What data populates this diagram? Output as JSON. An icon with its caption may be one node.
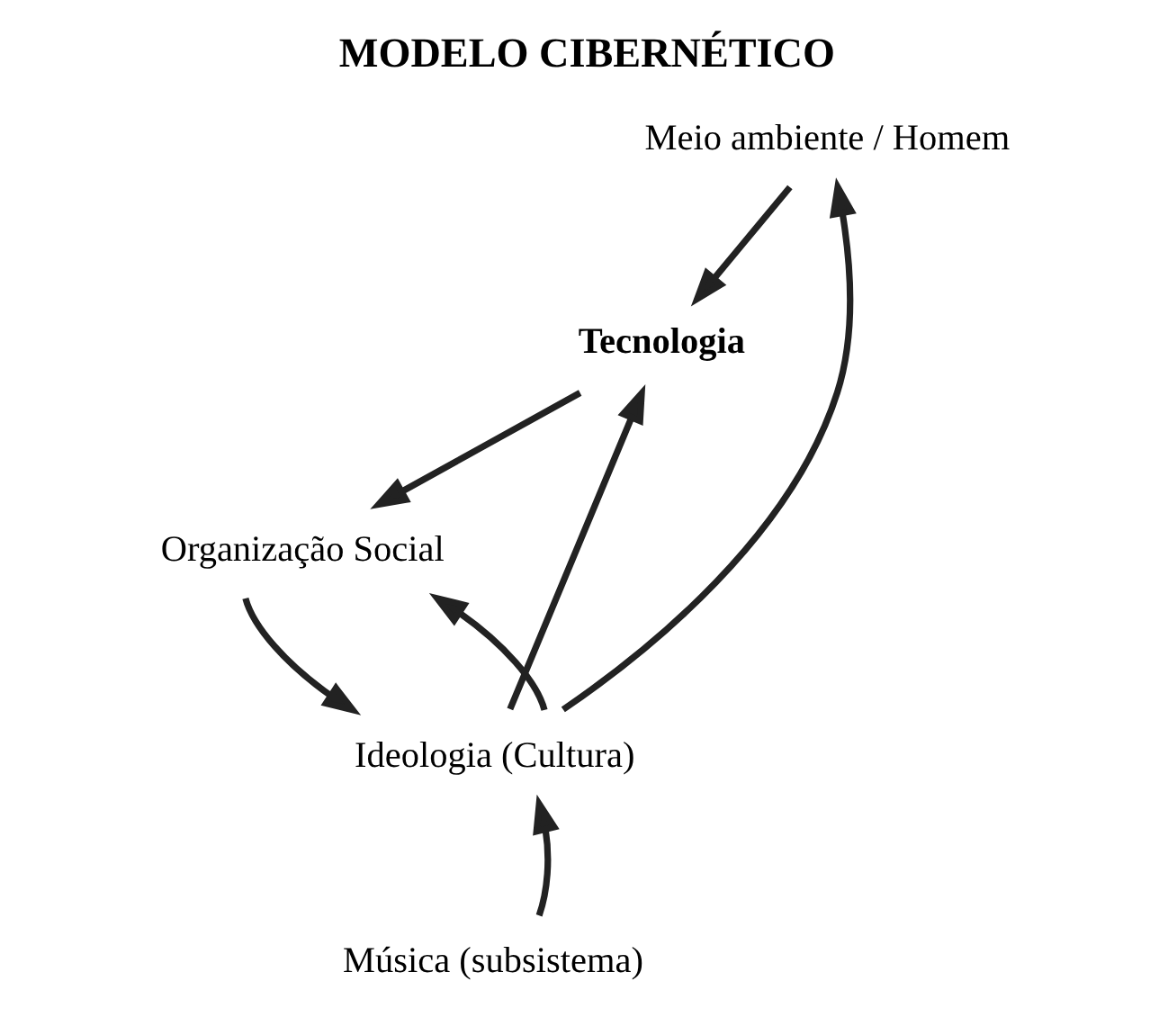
{
  "diagram": {
    "title": "MODELO CIBERNÉTICO",
    "nodes": [
      {
        "text": [
          "Meio ambiente / Homem"
        ]
      },
      {
        "text": [
          "Tecnologia"
        ]
      },
      {
        "text": [
          "Organização Social"
        ]
      },
      {
        "text": [
          "Ideologia (Cultura)"
        ]
      },
      {
        "text": [
          "Música (subsistema)"
        ]
      }
    ],
    "edges": [
      {
        "from": 0,
        "to": 1,
        "arrow": "to"
      },
      {
        "from": 1,
        "to": 2,
        "arrow": "to"
      },
      {
        "from": 2,
        "to": 3,
        "arrow": "to"
      },
      {
        "from": 3,
        "to": 0,
        "arrow": "to"
      },
      {
        "from": 3,
        "to": 1,
        "arrow": "to"
      },
      {
        "from": 3,
        "to": 2,
        "arrow": "to"
      },
      {
        "from": 4,
        "to": 3,
        "arrow": "to"
      }
    ]
  }
}
